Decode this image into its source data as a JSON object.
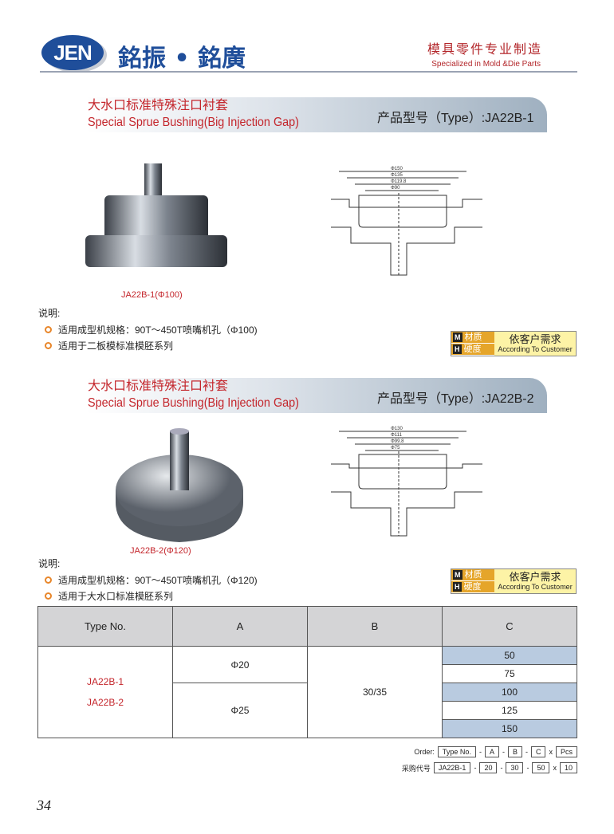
{
  "header": {
    "logo": "JEN",
    "brand": "銘振 • 銘廣",
    "slogan_cn": "模具零件专业制造",
    "slogan_en": "Specialized in Mold &Die Parts"
  },
  "sections": [
    {
      "title_cn": "大水口标准特殊注口衬套",
      "title_en": "Special Sprue Bushing(Big Injection Gap)",
      "type_label": "产品型号（Type）:JA22B-1",
      "caption": "JA22B-1(Φ100)",
      "notes_heading": "说明:",
      "notes": [
        "适用成型机规格：90T～450T喷嘴机孔（Φ100)",
        "适用于二板模标准模胚系列"
      ],
      "dims": [
        "Φ150",
        "Φ135",
        "Φ119.8",
        "Φ90"
      ]
    },
    {
      "title_cn": "大水口标准特殊注口衬套",
      "title_en": "Special Sprue Bushing(Big Injection Gap)",
      "type_label": "产品型号（Type）:JA22B-2",
      "caption": "JA22B-2(Φ120)",
      "notes_heading": "说明:",
      "notes": [
        "适用成型机规格：90T～450T喷嘴机孔（Φ120)",
        "适用于大水口标准模胚系列"
      ],
      "dims": [
        "Φ130",
        "Φ111",
        "Φ99.8",
        "Φ75"
      ]
    }
  ],
  "material": {
    "m_label": "材质",
    "h_label": "硬度",
    "m": "M",
    "h": "H",
    "value_cn": "依客户需求",
    "value_en": "According To Customer"
  },
  "table": {
    "headers": [
      "Type No.",
      "A",
      "B",
      "C"
    ],
    "types": [
      "JA22B-1",
      "JA22B-2"
    ],
    "a": [
      "Φ20",
      "Φ25"
    ],
    "b": "30/35",
    "c": [
      "50",
      "75",
      "100",
      "125",
      "150"
    ]
  },
  "order": {
    "label": "Order:",
    "fields": [
      "Type No.",
      "A",
      "B",
      "C",
      "Pcs"
    ],
    "example_label": "采购代号",
    "example": [
      "JA22B-1",
      "20",
      "30",
      "50",
      "10"
    ]
  },
  "page_number": "34"
}
